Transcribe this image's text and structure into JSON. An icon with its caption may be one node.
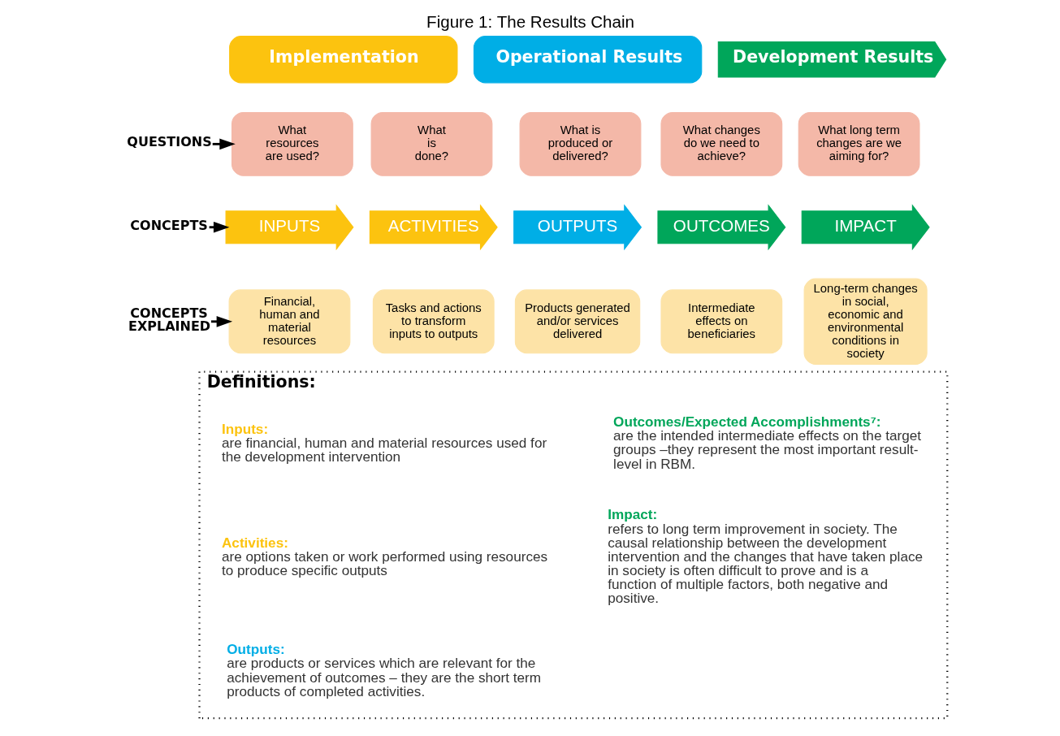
{
  "diagram": {
    "title": "Figure 1: The Results Chain",
    "nodes": [
      {
        "text": [
          "Implementation"
        ]
      },
      {
        "text": [
          "Operational Results"
        ]
      },
      {
        "text": [
          "Development Results"
        ]
      },
      {
        "text": [
          "QUESTIONS"
        ]
      },
      {
        "text": [
          "What resources are used?"
        ]
      },
      {
        "text": [
          "What is done?"
        ]
      },
      {
        "text": [
          "What is produced or delivered?"
        ]
      },
      {
        "text": [
          "What changes do we need to achieve?"
        ]
      },
      {
        "text": [
          "What long term changes are we aiming for?"
        ]
      },
      {
        "text": [
          "CONCEPTS"
        ]
      },
      {
        "text": [
          "INPUTS"
        ]
      },
      {
        "text": [
          "ACTIVITIES"
        ]
      },
      {
        "text": [
          "OUTPUTS"
        ]
      },
      {
        "text": [
          "OUTCOMES"
        ]
      },
      {
        "text": [
          "IMPACT"
        ]
      },
      {
        "text": [
          "CONCEPTS EXPLAINED"
        ]
      },
      {
        "text": [
          "Financial, human and material resources"
        ]
      },
      {
        "text": [
          "Tasks and actions to transform inputs to outputs"
        ]
      },
      {
        "text": [
          "Products generated and/or services delivered"
        ]
      },
      {
        "text": [
          "Intermediate effects on beneficiaries"
        ]
      },
      {
        "text": [
          "Long-term changes in social, economic and environmental conditions in society"
        ]
      },
      {
        "text": [
          "Definitions:"
        ]
      },
      {
        "text": [
          "Inputs:",
          "are financial, human and material resources used for the development intervention"
        ],
        "in": 21
      },
      {
        "text": [
          "Activities:",
          "are options taken or work performed using resources to produce specific outputs"
        ],
        "in": 21
      },
      {
        "text": [
          "Outputs:",
          "are products or services which are relevant for the achievement of outcomes – they are the short term products of completed activities."
        ],
        "in": 21
      },
      {
        "text": [
          "Outcomes/Expected Accomplishments⁷:",
          "are the intended intermediate effects on the target groups –they represent the most important result-level in RBM."
        ],
        "in": 21
      },
      {
        "text": [
          "Impact:",
          "refers to long term improvement in society. The causal relationship between the development intervention and the changes that have taken place in society is often difficult to prove and is a function of multiple factors, both negative and positive."
        ],
        "in": 21
      }
    ],
    "edges": [
      {
        "from": 3,
        "to": 4,
        "arrow": "to"
      },
      {
        "from": 9,
        "to": 10,
        "arrow": "to"
      },
      {
        "from": 15,
        "to": 16,
        "arrow": "to"
      }
    ]
  }
}
